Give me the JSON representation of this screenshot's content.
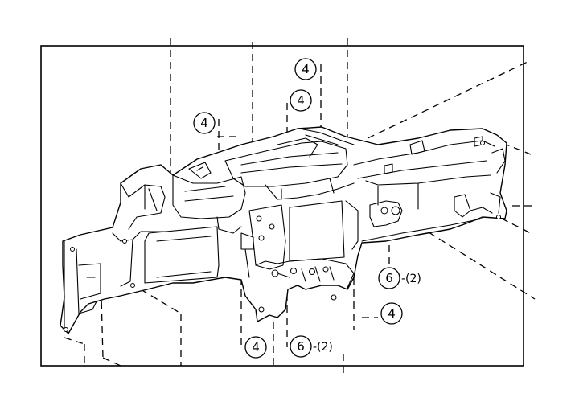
{
  "diagram": {
    "callouts": [
      {
        "id": "c1",
        "number": "4"
      },
      {
        "id": "c2",
        "number": "4"
      },
      {
        "id": "c3",
        "number": "4"
      },
      {
        "id": "c4",
        "number": "6",
        "suffix": "-(2)"
      },
      {
        "id": "c5",
        "number": "4"
      },
      {
        "id": "c6",
        "number": "4"
      },
      {
        "id": "c7",
        "number": "6",
        "suffix": "-(2)"
      }
    ]
  }
}
